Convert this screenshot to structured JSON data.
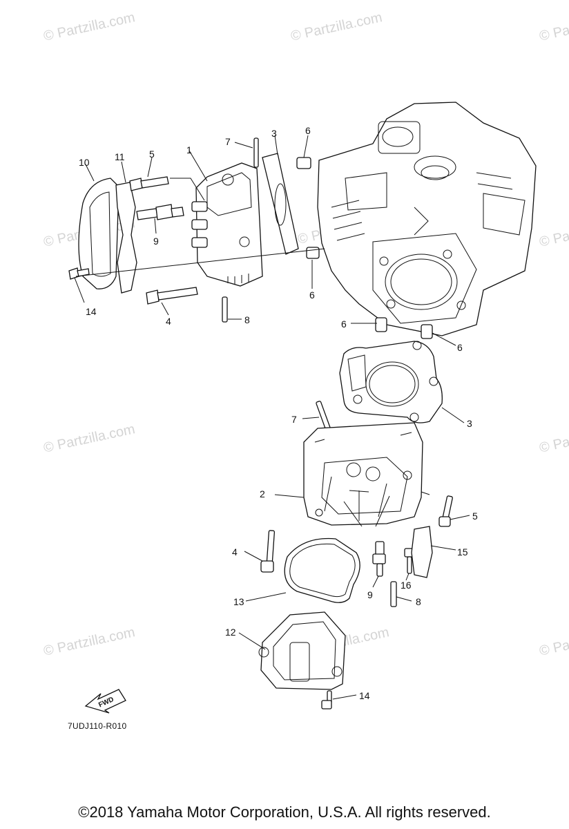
{
  "watermark": "© Partzilla.com",
  "callouts": [
    "1",
    "2",
    "3",
    "4",
    "5",
    "6",
    "7",
    "8",
    "9",
    "10",
    "11",
    "12",
    "13",
    "14",
    "15",
    "16"
  ],
  "fwd_label": "FWD",
  "diagram_code": "7UDJ110-R010",
  "copyright": "©2018  Yamaha Motor Corporation, U.S.A. All rights reserved."
}
